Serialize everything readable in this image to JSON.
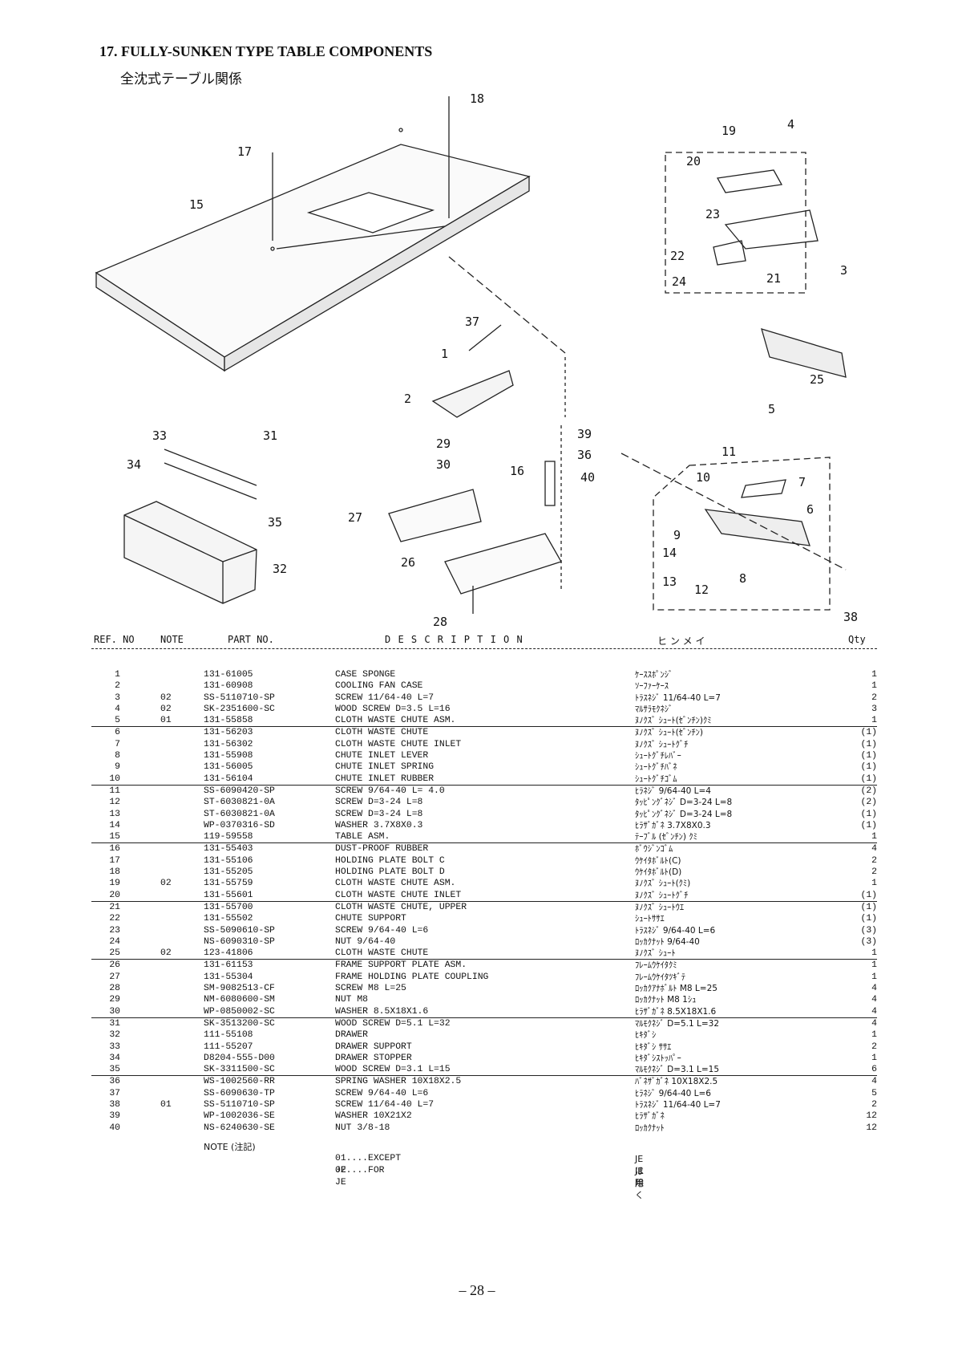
{
  "title": "17. FULLY-SUNKEN TYPE TABLE COMPONENTS",
  "subtitle": "全沈式テーブル関係",
  "callouts": [
    "18",
    "17",
    "15",
    "19",
    "4",
    "20",
    "23",
    "3",
    "22",
    "24",
    "21",
    "25",
    "37",
    "1",
    "2",
    "5",
    "11",
    "10",
    "7",
    "6",
    "9",
    "14",
    "13",
    "12",
    "8",
    "38",
    "33",
    "31",
    "34",
    "35",
    "32",
    "29",
    "30",
    "39",
    "36",
    "16",
    "40",
    "27",
    "26",
    "28"
  ],
  "table_headers": {
    "ref": "REF. NO",
    "note": "NOTE",
    "part": "PART NO.",
    "desc": "D E S C R I P T I O N",
    "kana": "ヒ  ン  メ  イ",
    "qty": "Qty"
  },
  "parts": [
    {
      "ref": "1",
      "note": "",
      "part": "131-61005",
      "desc": "CASE SPONGE",
      "kana": "ｹｰｽｽﾎﾟﾝｼﾞ",
      "qty": "1",
      "sep": false
    },
    {
      "ref": "2",
      "note": "",
      "part": "131-60908",
      "desc": "COOLING FAN CASE",
      "kana": "ｿｰﾌｧｰｹｰｽ",
      "qty": "1",
      "sep": false
    },
    {
      "ref": "3",
      "note": "02",
      "part": "SS-5110710-SP",
      "desc": "SCREW  11/64-40 L=7",
      "kana": "ﾄﾗｽﾈｼﾞ 11/64-40 L=7",
      "qty": "2",
      "sep": false
    },
    {
      "ref": "4",
      "note": "02",
      "part": "SK-2351600-SC",
      "desc": "WOOD SCREW D=3.5 L=16",
      "kana": "ﾏﾙｻﾗﾓｸﾈｼﾞ",
      "qty": "3",
      "sep": false
    },
    {
      "ref": "5",
      "note": "01",
      "part": "131-55858",
      "desc": "CLOTH WASTE CHUTE ASM.",
      "kana": "ﾇﾉｸｽﾞ ｼｭｰﾄ(ｾﾞﾝﾁﾝ)ｸﾐ",
      "qty": "1",
      "sep": false
    },
    {
      "ref": "6",
      "note": "",
      "part": "131-56203",
      "desc": "CLOTH WASTE CHUTE",
      "kana": "ﾇﾉｸｽﾞ ｼｭｰﾄ(ｾﾞﾝﾁﾝ)",
      "qty": "(1)",
      "sep": true
    },
    {
      "ref": "7",
      "note": "",
      "part": "131-56302",
      "desc": "CLOTH WASTE CHUTE INLET",
      "kana": "ﾇﾉｸｽﾞ ｼｭｰﾄｸﾞﾁ",
      "qty": "(1)",
      "sep": false
    },
    {
      "ref": "8",
      "note": "",
      "part": "131-55908",
      "desc": "CHUTE INLET LEVER",
      "kana": "ｼｭｰﾄｸﾞﾁﾚﾊﾞｰ",
      "qty": "(1)",
      "sep": false
    },
    {
      "ref": "9",
      "note": "",
      "part": "131-56005",
      "desc": "CHUTE INLET SPRING",
      "kana": "ｼｭｰﾄｸﾞﾁﾊﾞﾈ",
      "qty": "(1)",
      "sep": false
    },
    {
      "ref": "10",
      "note": "",
      "part": "131-56104",
      "desc": "CHUTE INLET RUBBER",
      "kana": "ｼｭｰﾄｸﾞﾁｺﾞﾑ",
      "qty": "(1)",
      "sep": false
    },
    {
      "ref": "11",
      "note": "",
      "part": "SS-6090420-SP",
      "desc": "SCREW 9/64-40 L= 4.0",
      "kana": "ﾋﾗﾈｼﾞ 9/64-40 L=4",
      "qty": "(2)",
      "sep": true
    },
    {
      "ref": "12",
      "note": "",
      "part": "ST-6030821-0A",
      "desc": "SCREW D=3-24 L=8",
      "kana": "ﾀｯﾋﾟﾝｸﾞﾈｼﾞ D=3-24 L=8",
      "qty": "(2)",
      "sep": false
    },
    {
      "ref": "13",
      "note": "",
      "part": "ST-6030821-0A",
      "desc": "SCREW D=3-24 L=8",
      "kana": "ﾀｯﾋﾟﾝｸﾞﾈｼﾞ D=3-24 L=8",
      "qty": "(1)",
      "sep": false
    },
    {
      "ref": "14",
      "note": "",
      "part": "WP-0370316-SD",
      "desc": "WASHER  3.7X8X0.3",
      "kana": "ﾋﾗｻﾞｶﾞﾈ 3.7X8X0.3",
      "qty": "(1)",
      "sep": false
    },
    {
      "ref": "15",
      "note": "",
      "part": "119-59558",
      "desc": "TABLE ASM.",
      "kana": "ﾃｰﾌﾞﾙ (ｾﾞﾝﾁﾝ) ｸﾐ",
      "qty": "1",
      "sep": false
    },
    {
      "ref": "16",
      "note": "",
      "part": "131-55403",
      "desc": "DUST-PROOF RUBBER",
      "kana": "ﾎﾞｳｼﾞﾝｺﾞﾑ",
      "qty": "4",
      "sep": true
    },
    {
      "ref": "17",
      "note": "",
      "part": "131-55106",
      "desc": "HOLDING PLATE BOLT C",
      "kana": "ｳｹｲﾀﾎﾞﾙﾄ(C)",
      "qty": "2",
      "sep": false
    },
    {
      "ref": "18",
      "note": "",
      "part": "131-55205",
      "desc": "HOLDING PLATE BOLT D",
      "kana": "ｳｹｲﾀﾎﾞﾙﾄ(D)",
      "qty": "2",
      "sep": false
    },
    {
      "ref": "19",
      "note": "02",
      "part": "131-55759",
      "desc": "CLOTH WASTE CHUTE ASM.",
      "kana": "ﾇﾉｸｽﾞ ｼｭｰﾄ(ｸﾐ)",
      "qty": "1",
      "sep": false
    },
    {
      "ref": "20",
      "note": "",
      "part": "131-55601",
      "desc": "CLOTH WASTE CHUTE INLET",
      "kana": "ﾇﾉｸｽﾞ ｼｭｰﾄｸﾞﾁ",
      "qty": "(1)",
      "sep": false
    },
    {
      "ref": "21",
      "note": "",
      "part": "131-55700",
      "desc": "CLOTH WASTE CHUTE, UPPER",
      "kana": "ﾇﾉｸｽﾞ ｼｭｰﾄｳｴ",
      "qty": "(1)",
      "sep": true
    },
    {
      "ref": "22",
      "note": "",
      "part": "131-55502",
      "desc": "CHUTE SUPPORT",
      "kana": "ｼｭｰﾄｻｻｴ",
      "qty": "(1)",
      "sep": false
    },
    {
      "ref": "23",
      "note": "",
      "part": "SS-5090610-SP",
      "desc": "SCREW  9/64-40 L=6",
      "kana": "ﾄﾗｽﾈｼﾞ 9/64-40 L=6",
      "qty": "(3)",
      "sep": false
    },
    {
      "ref": "24",
      "note": "",
      "part": "NS-6090310-SP",
      "desc": "NUT  9/64-40",
      "kana": "ﾛｯｶｸﾅｯﾄ 9/64-40",
      "qty": "(3)",
      "sep": false
    },
    {
      "ref": "25",
      "note": "02",
      "part": "123-41806",
      "desc": "CLOTH WASTE CHUTE",
      "kana": "ﾇﾉｸｽﾞ ｼｭｰﾄ",
      "qty": "1",
      "sep": false
    },
    {
      "ref": "26",
      "note": "",
      "part": "131-61153",
      "desc": "FRAME SUPPORT PLATE ASM.",
      "kana": "ﾌﾚｰﾑｳｹｲﾀｸﾐ",
      "qty": "1",
      "sep": true
    },
    {
      "ref": "27",
      "note": "",
      "part": "131-55304",
      "desc": "FRAME HOLDING PLATE COUPLING",
      "kana": "ﾌﾚｰﾑｳｹｲﾀﾂｷﾞﾃ",
      "qty": "1",
      "sep": false
    },
    {
      "ref": "28",
      "note": "",
      "part": "SM-9082513-CF",
      "desc": "SCREW M8 L=25",
      "kana": "ﾛｯｶｸｱﾅﾎﾞﾙﾄ M8 L=25",
      "qty": "4",
      "sep": false
    },
    {
      "ref": "29",
      "note": "",
      "part": "NM-6080600-SM",
      "desc": "NUT M8",
      "kana": "ﾛｯｶｸﾅｯﾄ M8 1ｼｭ",
      "qty": "4",
      "sep": false
    },
    {
      "ref": "30",
      "note": "",
      "part": "WP-0850002-SC",
      "desc": "WASHER 8.5X18X1.6",
      "kana": "ﾋﾗｻﾞｶﾞﾈ 8.5X18X1.6",
      "qty": "4",
      "sep": false
    },
    {
      "ref": "31",
      "note": "",
      "part": "SK-3513200-SC",
      "desc": "WOOD SCREW D=5.1 L=32",
      "kana": "ﾏﾙﾓｸﾈｼﾞ D=5.1 L=32",
      "qty": "4",
      "sep": true
    },
    {
      "ref": "32",
      "note": "",
      "part": "111-55108",
      "desc": "DRAWER",
      "kana": "ﾋｷﾀﾞｼ",
      "qty": "1",
      "sep": false
    },
    {
      "ref": "33",
      "note": "",
      "part": "111-55207",
      "desc": "DRAWER SUPPORT",
      "kana": "ﾋｷﾀﾞｼ ｻｻｴ",
      "qty": "2",
      "sep": false
    },
    {
      "ref": "34",
      "note": "",
      "part": "D8204-555-D00",
      "desc": "DRAWER STOPPER",
      "kana": "ﾋｷﾀﾞｼｽﾄｯﾊﾟｰ",
      "qty": "1",
      "sep": false
    },
    {
      "ref": "35",
      "note": "",
      "part": "SK-3311500-SC",
      "desc": "WOOD SCREW D=3.1 L=15",
      "kana": "ﾏﾙﾓｸﾈｼﾞ D=3.1 L=15",
      "qty": "6",
      "sep": false
    },
    {
      "ref": "36",
      "note": "",
      "part": "WS-1002560-RR",
      "desc": "SPRING WASHER  10X18X2.5",
      "kana": "ﾊﾞﾈｻﾞｶﾞﾈ 10X18X2.5",
      "qty": "4",
      "sep": true
    },
    {
      "ref": "37",
      "note": "",
      "part": "SS-6090630-TP",
      "desc": "SCREW  9/64-40 L=6",
      "kana": "ﾋﾗﾈｼﾞ 9/64-40 L=6",
      "qty": "5",
      "sep": false
    },
    {
      "ref": "38",
      "note": "01",
      "part": "SS-5110710-SP",
      "desc": "SCREW  11/64-40 L=7",
      "kana": "ﾄﾗｽﾈｼﾞ 11/64-40 L=7",
      "qty": "2",
      "sep": false
    },
    {
      "ref": "39",
      "note": "",
      "part": "WP-1002036-SE",
      "desc": "WASHER 10X21X2",
      "kana": "ﾋﾗｻﾞｶﾞﾈ",
      "qty": "12",
      "sep": false
    },
    {
      "ref": "40",
      "note": "",
      "part": "NS-6240630-SE",
      "desc": "NUT 3/8-18",
      "kana": "ﾛｯｶｸﾅｯﾄ",
      "qty": "12",
      "sep": false
    }
  ],
  "notes": {
    "label": "NOTE (注記)",
    "n1_en": "01....EXCEPT JE",
    "n1_jp": "JEは除く",
    "n2_en": "02....FOR JE",
    "n2_jp": "JE用"
  },
  "page_number": "– 28 –"
}
